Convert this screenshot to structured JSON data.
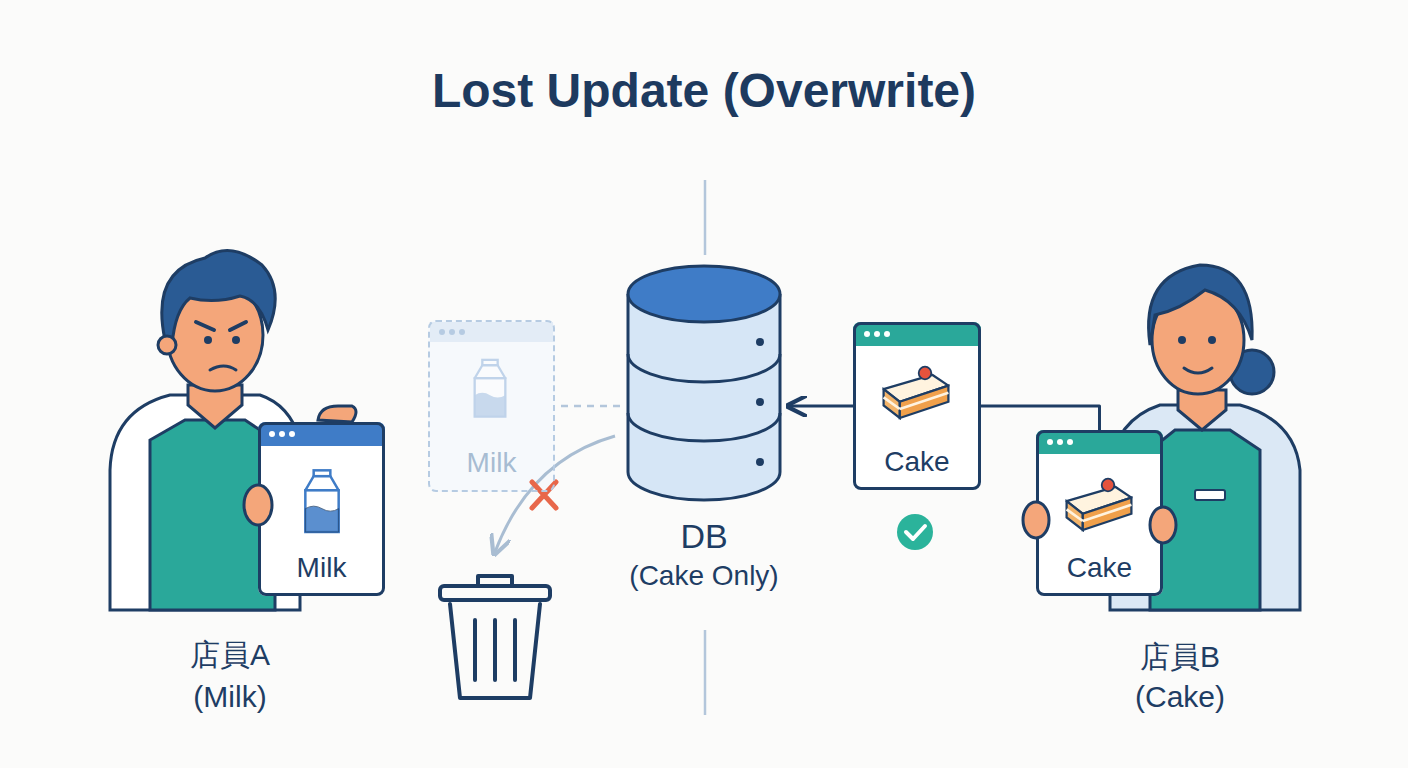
{
  "diagram": {
    "title": "Lost Update (Overwrite)",
    "nodes": [
      {
        "text": [
          "Milk"
        ]
      },
      {
        "text": [
          "Milk"
        ]
      },
      {
        "text": [
          "DB",
          "(Cake Only)"
        ]
      },
      {
        "text": [
          "Cake"
        ]
      },
      {
        "text": [
          "Cake"
        ]
      }
    ],
    "edges": [
      {
        "from": 2,
        "to": 1,
        "arrow": "none"
      },
      {
        "from": 3,
        "to": 2,
        "arrow": "to"
      },
      {
        "from": 4,
        "to": 3,
        "arrow": "none"
      }
    ],
    "labels": [
      "店員A",
      "(Milk)",
      "店員B",
      "(Cake)"
    ]
  }
}
